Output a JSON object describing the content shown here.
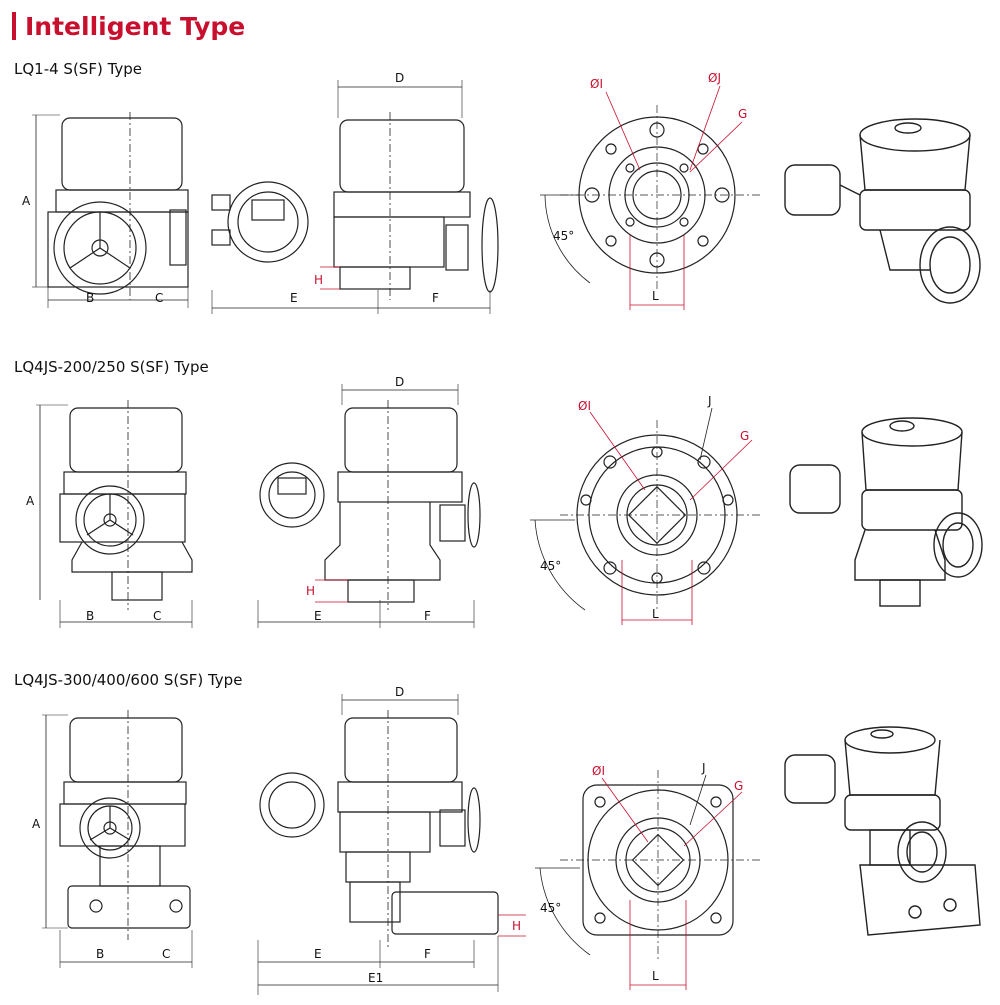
{
  "header": {
    "title": "Intelligent Type",
    "accent_color": "#c8102e"
  },
  "sections": [
    {
      "title": "LQ1-4 S(SF) Type",
      "front_labels": {
        "A": "A",
        "B": "B",
        "C": "C"
      },
      "side_labels": {
        "D": "D",
        "E": "E",
        "F": "F",
        "H": "H"
      },
      "flange_labels": {
        "I": "ØI",
        "J": "ØJ",
        "G": "G",
        "L": "L",
        "angle": "45°"
      }
    },
    {
      "title": "LQ4JS-200/250 S(SF) Type",
      "front_labels": {
        "A": "A",
        "B": "B",
        "C": "C"
      },
      "side_labels": {
        "D": "D",
        "E": "E",
        "F": "F",
        "H": "H"
      },
      "flange_labels": {
        "I": "ØI",
        "J": "J",
        "G": "G",
        "L": "L",
        "angle": "45°"
      }
    },
    {
      "title": "LQ4JS-300/400/600 S(SF) Type",
      "front_labels": {
        "A": "A",
        "B": "B",
        "C": "C"
      },
      "side_labels": {
        "D": "D",
        "E": "E",
        "F": "F",
        "H": "H",
        "E1": "E1"
      },
      "flange_labels": {
        "I": "ØI",
        "J": "J",
        "G": "G",
        "L": "L",
        "angle": "45°"
      }
    }
  ]
}
